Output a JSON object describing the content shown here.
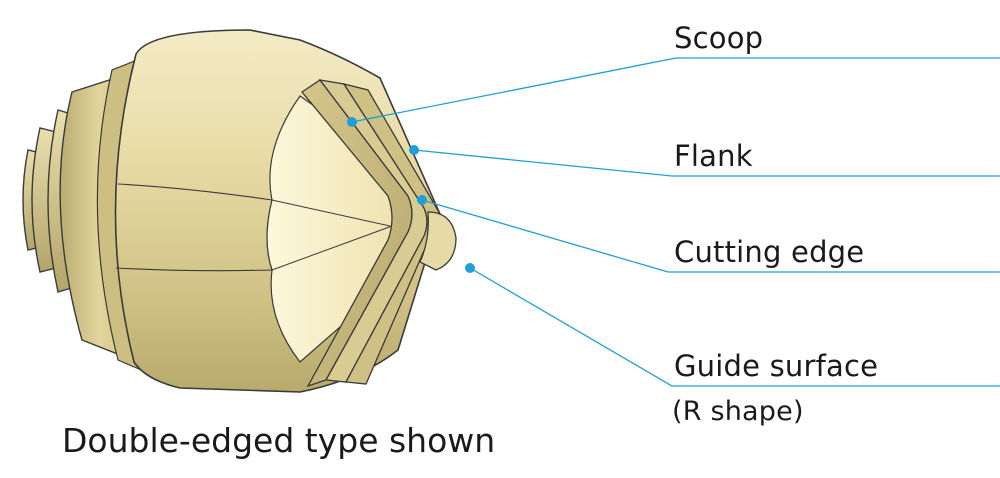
{
  "diagram": {
    "labels": {
      "scoop": "Scoop",
      "flank": "Flank",
      "cutting_edge": "Cutting edge",
      "guide_surface": "Guide surface",
      "guide_surface_note": "(R shape)"
    },
    "caption": "Double-edged type shown",
    "colors": {
      "leader_line": "#1e9fd8",
      "body_light": "#f4ecc4",
      "body_mid": "#d9cc8e",
      "body_dark": "#a59a5f",
      "outline": "#3a3a3a",
      "text": "#1a1a1a"
    }
  }
}
